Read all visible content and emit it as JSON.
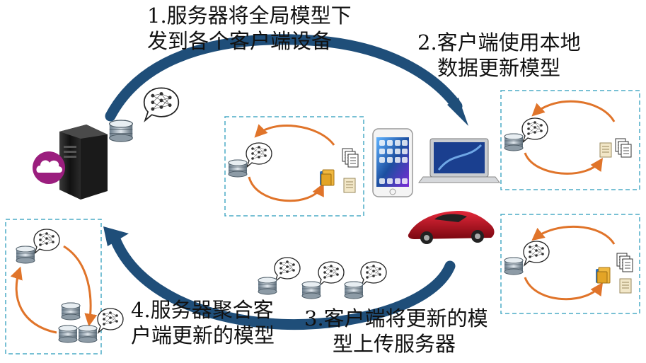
{
  "steps": [
    {
      "line1": "1.服务器将全局模型下",
      "line2": "发到各个客户端设备"
    },
    {
      "line1": "2.客户端使用本地",
      "line2": "数据更新模型"
    },
    {
      "line1": "3.客户端将更新的模",
      "line2": "型上传服务器"
    },
    {
      "line1": "4.服务器聚合客",
      "line2": "户端更新的模型"
    }
  ],
  "colors": {
    "arrow_dark": "#1f4e79",
    "cycle_orange": "#e0742a",
    "box_dashed": "#4bacc6",
    "cloud_badge": "#9b1e7e",
    "car_red": "#b0101c"
  },
  "icons": [
    "server-icon",
    "cloud-icon",
    "database-icon",
    "neural-network-bubble-icon",
    "phone-icon",
    "laptop-icon",
    "car-icon",
    "document-icon",
    "folder-icon"
  ]
}
